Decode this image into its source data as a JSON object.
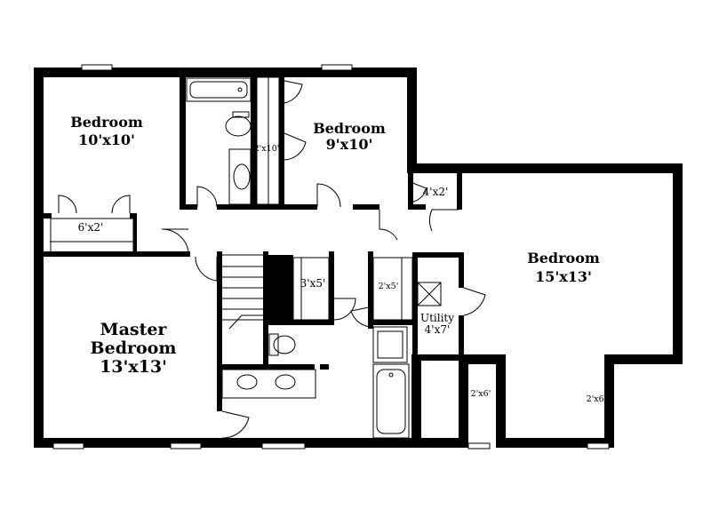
{
  "rooms": {
    "bedroom1": {
      "name": "Bedroom",
      "size": "10'x10'"
    },
    "closet1": {
      "size": "6'x2'"
    },
    "hall_closet": {
      "size": "2'x10'"
    },
    "bedroom2": {
      "name": "Bedroom",
      "size": "9'x10'"
    },
    "closet2": {
      "size": "4'x2'"
    },
    "bedroom3": {
      "name": "Bedroom",
      "size": "15'x13'"
    },
    "master": {
      "name1": "Master",
      "name2": "Bedroom",
      "size": "13'x13'"
    },
    "closet3": {
      "size": "3'x5'"
    },
    "closet4": {
      "size": "2'x5'"
    },
    "utility": {
      "name": "Utility",
      "size": "4'x7'"
    },
    "closet5": {
      "size": "2'x6'"
    },
    "closet6": {
      "size": "2'x6'"
    }
  }
}
